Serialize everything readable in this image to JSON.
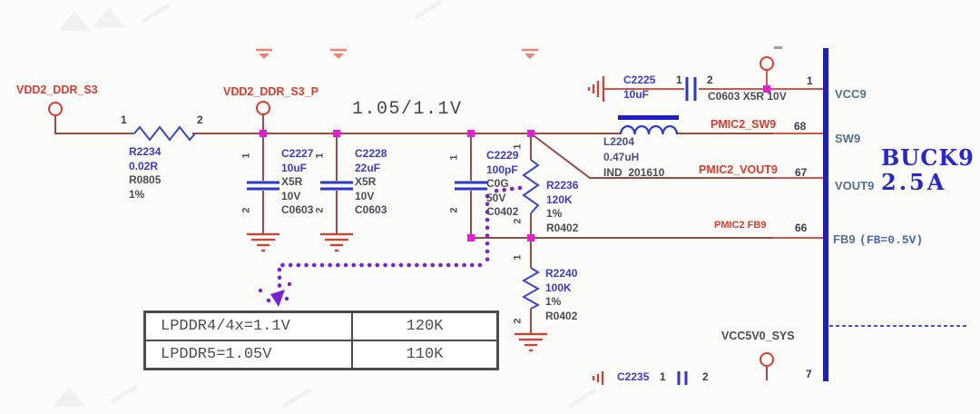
{
  "voltage_note": "1.05/1.1V",
  "nets": {
    "vdd2_ddr_s3": "VDD2_DDR_S3",
    "vdd2_ddr_s3_p": "VDD2_DDR_S3_P",
    "pmic2_sw9": "PMIC2_SW9",
    "pmic2_vout9": "PMIC2_VOUT9",
    "pmic2_fb9": "PMIC2 FB9",
    "vcc5v0_sys": "VCC5V0_SYS"
  },
  "components": {
    "r2234": {
      "ref": "R2234",
      "value": "0.02R",
      "package": "R0805",
      "tol": "1%",
      "pin1": "1",
      "pin2": "2"
    },
    "c2227": {
      "ref": "C2227",
      "value": "10uF",
      "dielectric": "X5R",
      "voltage": "10V",
      "package": "C0603",
      "pin1": "1",
      "pin2": "2"
    },
    "c2228": {
      "ref": "C2228",
      "value": "22uF",
      "dielectric": "X5R",
      "voltage": "10V",
      "package": "C0603",
      "pin1": "1",
      "pin2": "2"
    },
    "c2229": {
      "ref": "C2229",
      "value": "100pF",
      "dielectric": "C0G",
      "voltage": "50V",
      "package": "C0402",
      "pin1": "1",
      "pin2": "2"
    },
    "r2236": {
      "ref": "R2236",
      "value": "120K",
      "tol": "1%",
      "package": "R0402",
      "pin1": "1",
      "pin2": "2"
    },
    "r2240": {
      "ref": "R2240",
      "value": "100K",
      "tol": "1%",
      "package": "R0402",
      "pin1": "1",
      "pin2": "2"
    },
    "l2204": {
      "ref": "L2204",
      "value": "0.47uH",
      "package": "IND_201610"
    },
    "c2225": {
      "ref": "C2225",
      "value": "10uF",
      "attrs": "C0603 X5R 10V",
      "pin1": "1",
      "pin2": "2"
    },
    "c2235": {
      "ref": "C2235",
      "pin1": "1",
      "pin2": "2"
    }
  },
  "ic": {
    "name": "BUCK9",
    "rating": "2.5A",
    "pin_vcc9": {
      "num": "1",
      "name": "VCC9"
    },
    "pin_sw9": {
      "num": "68",
      "name": "SW9"
    },
    "pin_vout9": {
      "num": "67",
      "name": "VOUT9"
    },
    "pin_fb9": {
      "num": "66",
      "name": "FB9",
      "note": "(FB=0.5V)"
    },
    "pin_7": {
      "num": "7"
    }
  },
  "table": {
    "rows": [
      {
        "mode": "LPDDR4/4x=1.1V",
        "value": "120K"
      },
      {
        "mode": "LPDDR5=1.05V",
        "value": "110K"
      }
    ]
  },
  "colors": {
    "wire": "#9c4a42",
    "hot_wire": "#d4564a",
    "net_label": "#df3a2b",
    "refdes_blue": "#3a3ad0",
    "attr_gray": "#4b4b55",
    "ic_bar": "#1d1dcb",
    "pin_name": "#51718f",
    "buck_blue": "#2727cd",
    "junction": "#ea1ad8",
    "annotation_purple": "#7a1fd4",
    "ground_red": "#e0392b"
  }
}
